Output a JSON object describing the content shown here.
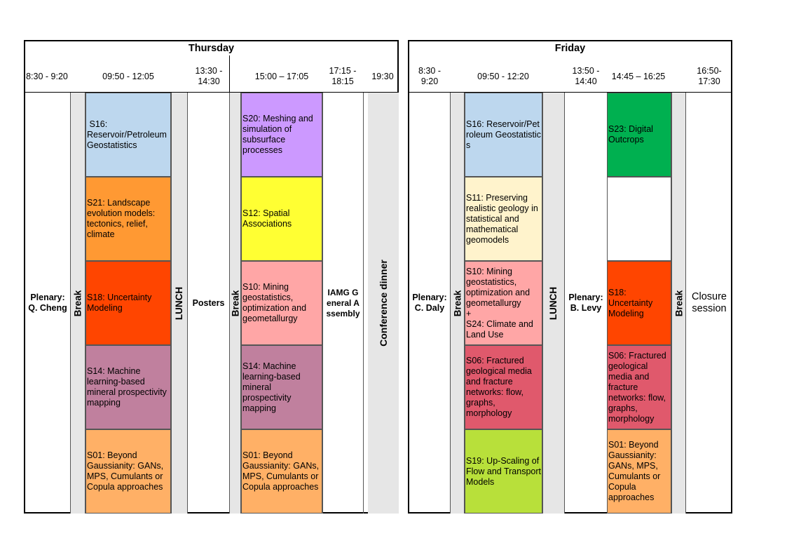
{
  "thursday": {
    "title": "Thursday",
    "times": [
      "8:30 - 9:20",
      "09:50 - 12:05",
      "13:30 - 14:30",
      "15:00 – 17:05",
      "17:15 - 18:15",
      "19:30"
    ],
    "plenary": "Plenary: Q. Cheng",
    "break1": "Break",
    "lunch": "LUNCH",
    "posters": "Posters",
    "break2": "Break",
    "iamg": "IAMG General Assembly",
    "dinner": "Conference dinner",
    "morning": [
      {
        "label": " S16: Reservoir/Petroleum Geostatistics",
        "color": "#bdd7ee"
      },
      {
        "label": "S21: Landscape evolution models: tectonics, relief, climate",
        "color": "#ff9933"
      },
      {
        "label": "S18: Uncertainty Modeling",
        "color": "#ff4500"
      },
      {
        "label": "S14: Machine learning-based mineral prospectivity mapping",
        "color": "#c0809e"
      },
      {
        "label": "S01: Beyond Gaussianity: GANs, MPS, Cumulants or Copula approaches",
        "color": "#ffb066"
      }
    ],
    "afternoon": [
      {
        "label": "S20: Meshing and simulation of subsurface processes",
        "color": "#cc99ff"
      },
      {
        "label": "S12: Spatial Associations",
        "color": "#ffff33"
      },
      {
        "label": "S10: Mining geostatistics, optimization and geometallurgy",
        "color": "#ffa6a6"
      },
      {
        "label": "S14: Machine learning-based mineral prospectivity mapping",
        "color": "#c0809e"
      },
      {
        "label": "S01: Beyond Gaussianity: GANs, MPS, Cumulants or Copula approaches",
        "color": "#ffb066"
      }
    ]
  },
  "friday": {
    "title": "Friday",
    "times": [
      "8:30 - 9:20",
      "09:50 - 12:20",
      "13:50 - 14:40",
      "14:45 – 16:25",
      "16:50- 17:30"
    ],
    "plenary1": "Plenary: C. Daly",
    "break1": "Break",
    "lunch": "LUNCH",
    "plenary2": "Plenary: B. Levy",
    "break2": "Break",
    "closure": "Closure session",
    "morning": [
      {
        "label": "S16: Reservoir/Petroleum Geostatistics",
        "color": "#bdd7ee"
      },
      {
        "label": "S11: Preserving realistic geology in statistical and mathematical geomodels",
        "color": "#fff3cc"
      },
      {
        "label": "S10: Mining geostatistics, optimization and geometallurgy\n +\nS24: Climate and Land Use",
        "color": "#ffa6a6"
      },
      {
        "label": "S06: Fractured geological media and fracture networks: flow, graphs, morphology",
        "color": "#e0596c"
      },
      {
        "label": "S19: Up-Scaling of Flow and Transport Models",
        "color": "#b8e03a"
      }
    ],
    "afternoon": [
      {
        "label": "S23: Digital Outcrops",
        "color": "#00b050"
      },
      {
        "label": "",
        "color": "#ffffff"
      },
      {
        "label": "S18: Uncertainty Modeling",
        "color": "#ff4500"
      },
      {
        "label": "S06: Fractured geological media and fracture networks: flow, graphs, morphology",
        "color": "#e0596c"
      },
      {
        "label": "S01: Beyond Gaussianity: GANs, MPS, Cumulants or Copula approaches",
        "color": "#ffb066"
      }
    ]
  }
}
